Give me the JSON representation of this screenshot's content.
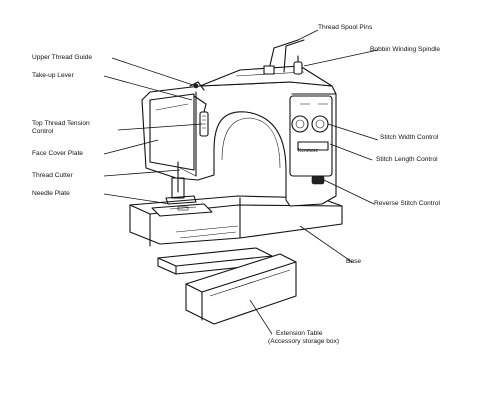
{
  "labels": {
    "thread_spool_pins": "Thread Spool Pins",
    "bobbin_winding_spindle": "Bobbin Winding Spindle",
    "upper_thread_guide": "Upper Thread Guide",
    "take_up_lever": "Take-up Lever",
    "top_thread_tension_control": "Top Thread Tension Control",
    "face_cover_plate": "Face Cover Plate",
    "thread_cutter": "Thread Cutter",
    "needle_plate": "Needle Plate",
    "stitch_width_control": "Stitch Width Control",
    "stitch_length_control": "Stitch Length Control",
    "reverse_stitch_control": "Reverse Stitch Control",
    "base": "Base",
    "extension_table": "Extension Table",
    "extension_table_sub": "(Accessory storage box)"
  },
  "machine_badge": "Kenmore"
}
